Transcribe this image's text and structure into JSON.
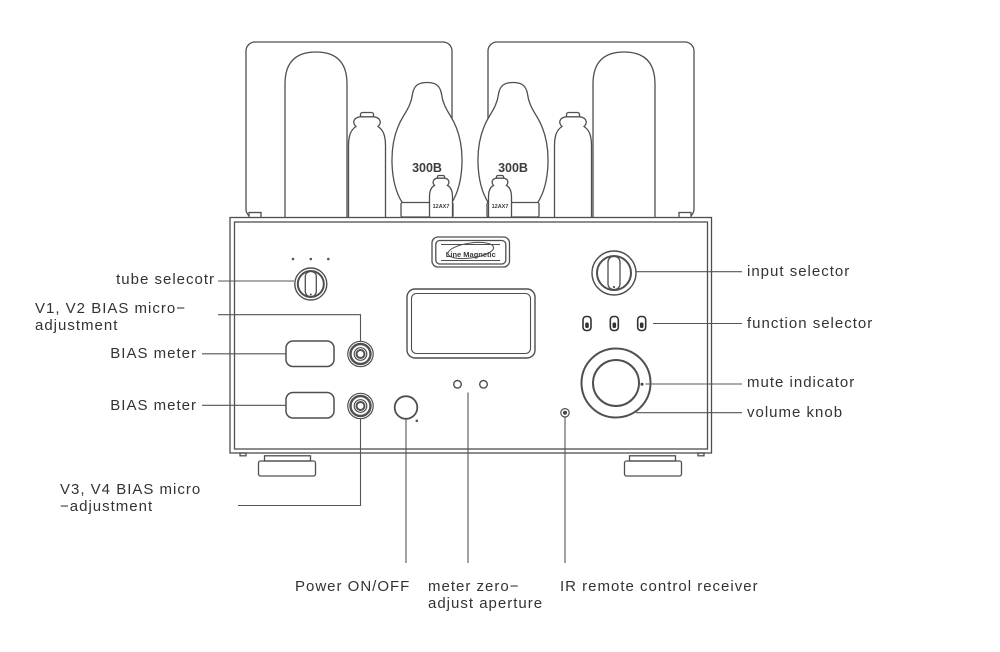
{
  "diagram": {
    "badge": {
      "brand": "Line Magnetic"
    },
    "tubes": {
      "power_tube_left": "300B",
      "power_tube_right": "300B",
      "small_tube_left": "12AX7",
      "small_tube_right": "12AX7"
    },
    "callouts": {
      "tube_selector": "tube selecotr",
      "v1_v2_bias_line1": "V1, V2 BIAS micro−",
      "v1_v2_bias_line2": "adjustment",
      "bias_meter_top": "BIAS meter",
      "bias_meter_bottom": "BIAS meter",
      "v3_v4_bias_line1": "V3, V4 BIAS micro",
      "v3_v4_bias_line2": "−adjustment",
      "power": "Power ON/OFF",
      "meter_zero_line1": "meter zero−",
      "meter_zero_line2": "adjust aperture",
      "ir_receiver": "IR remote control receiver",
      "input_selector": "input selector",
      "function_selector": "function selector",
      "mute_indicator": "mute indicator",
      "volume_knob": "volume knob"
    },
    "colors": {
      "line": "#4f4f4f",
      "leader": "#555555",
      "text": "#333333",
      "background": "#ffffff"
    }
  }
}
